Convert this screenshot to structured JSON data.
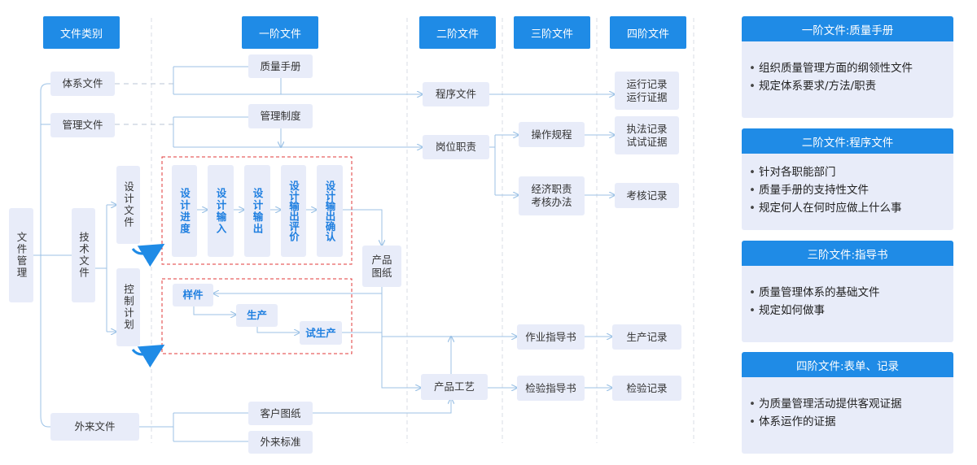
{
  "headers": {
    "category": "文件类别",
    "level1": "一阶文件",
    "level2": "二阶文件",
    "level3": "三阶文件",
    "level4": "四阶文件"
  },
  "nodes": {
    "doc_mgmt": "文件管理",
    "system_doc": "体系文件",
    "mgmt_doc": "管理文件",
    "tech_doc": "技术文件",
    "design_doc": "设计文件",
    "control_plan": "控制计划",
    "external_doc": "外来文件",
    "quality_manual": "质量手册",
    "mgmt_system": "管理制度",
    "design_progress": "设计进度",
    "design_input": "设计输入",
    "design_output": "设计输出",
    "design_output_review": "设计输出评价",
    "design_output_confirm": "设计输出确认",
    "sample": "样件",
    "production": "生产",
    "trial_production": "试生产",
    "customer_drawing": "客户图纸",
    "external_standard": "外来标准",
    "procedure_doc": "程序文件",
    "job_duty": "岗位职责",
    "product_drawing": "产品图纸",
    "product_process": "产品工艺",
    "operation_rule": "操作规程",
    "econ_duty_1": "经济职责",
    "econ_duty_2": "考核办法",
    "work_instruction": "作业指导书",
    "inspection_instruction": "检验指导书",
    "run_record_1": "运行记录",
    "run_record_2": "运行证据",
    "enforce_record_1": "执法记录",
    "enforce_record_2": "试试证据",
    "assess_record": "考核记录",
    "production_record": "生产记录",
    "inspection_record": "检验记录"
  },
  "panels": [
    {
      "title": "一阶文件:质量手册",
      "items": [
        "组织质量管理方面的纲领性文件",
        "规定体系要求/方法/职责"
      ]
    },
    {
      "title": "二阶文件:程序文件",
      "items": [
        "针对各职能部门",
        "质量手册的支持性文件",
        "规定何人在何时应做上什么事"
      ]
    },
    {
      "title": "三阶文件:指导书",
      "items": [
        "质量管理体系的基础文件",
        "规定如何做事"
      ]
    },
    {
      "title": "四阶文件:表单、记录",
      "items": [
        "为质量管理活动提供客观证据",
        "体系运作的证据"
      ]
    }
  ],
  "colors": {
    "header_blue": "#1f8be6",
    "box_fill": "#e8ecf9",
    "line": "#9cc2e6",
    "dash_red": "#e03a3a",
    "text_blue": "#1f7fe0"
  }
}
